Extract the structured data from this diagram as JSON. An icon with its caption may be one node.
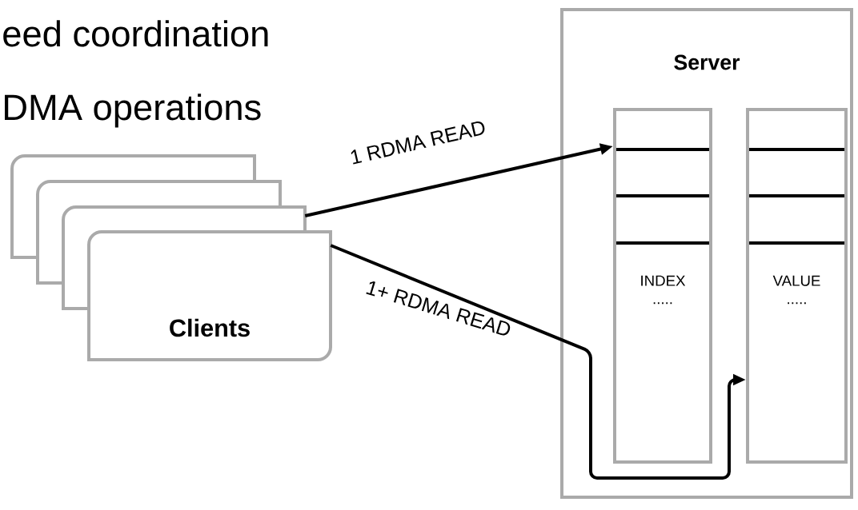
{
  "diagram": {
    "nodes": [
      {
        "text": [],
        "shape": "box"
      },
      {
        "text": [],
        "shape": "box"
      },
      {
        "text": [],
        "shape": "box"
      },
      {
        "text": [
          "Clients"
        ]
      },
      {
        "text": [
          "Server"
        ]
      },
      {
        "text": [
          "INDEX",
          "....."
        ],
        "in": 4
      },
      {
        "text": [
          "VALUE",
          "....."
        ],
        "in": 4
      }
    ],
    "edges": [
      {
        "from": 2,
        "to": 5,
        "arrow": "to",
        "label": "1 RDMA READ"
      },
      {
        "from": 3,
        "to": 6,
        "arrow": "to",
        "label": "1+ RDMA READ"
      }
    ],
    "labels": [
      "eed coordination",
      "DMA operations"
    ]
  }
}
